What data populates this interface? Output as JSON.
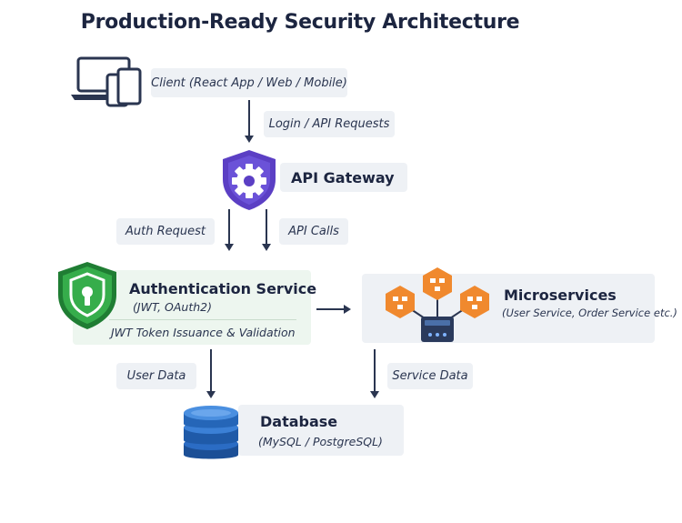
{
  "title": "Production-Ready Security Architecture",
  "client": {
    "label": "Client (React App / Web / Mobile)",
    "icon": "devices-icon"
  },
  "edge_client_gateway": {
    "label": "Login / API Requests"
  },
  "gateway": {
    "label": "API Gateway",
    "icon": "gear-shield-icon",
    "accent": "#5b3fc4"
  },
  "edge_auth_request": {
    "label": "Auth Request"
  },
  "edge_api_calls": {
    "label": "API Calls"
  },
  "auth_service": {
    "title": "Authentication Service",
    "subtitle": "(JWT, OAuth2)",
    "footer": "JWT Token Issuance & Validation",
    "icon": "keyhole-shield-icon",
    "accent": "#2e9e44"
  },
  "microservices": {
    "title": "Microservices",
    "subtitle": "(User Service, Order Service etc.)",
    "icon": "hexagon-network-icon",
    "accent": "#f0892e"
  },
  "edge_user_data": {
    "label": "User Data"
  },
  "edge_service_data": {
    "label": "Service Data"
  },
  "database": {
    "title": "Database",
    "subtitle": "(MySQL / PostgreSQL)",
    "icon": "database-cylinder-icon",
    "accent": "#2b6cc4"
  }
}
